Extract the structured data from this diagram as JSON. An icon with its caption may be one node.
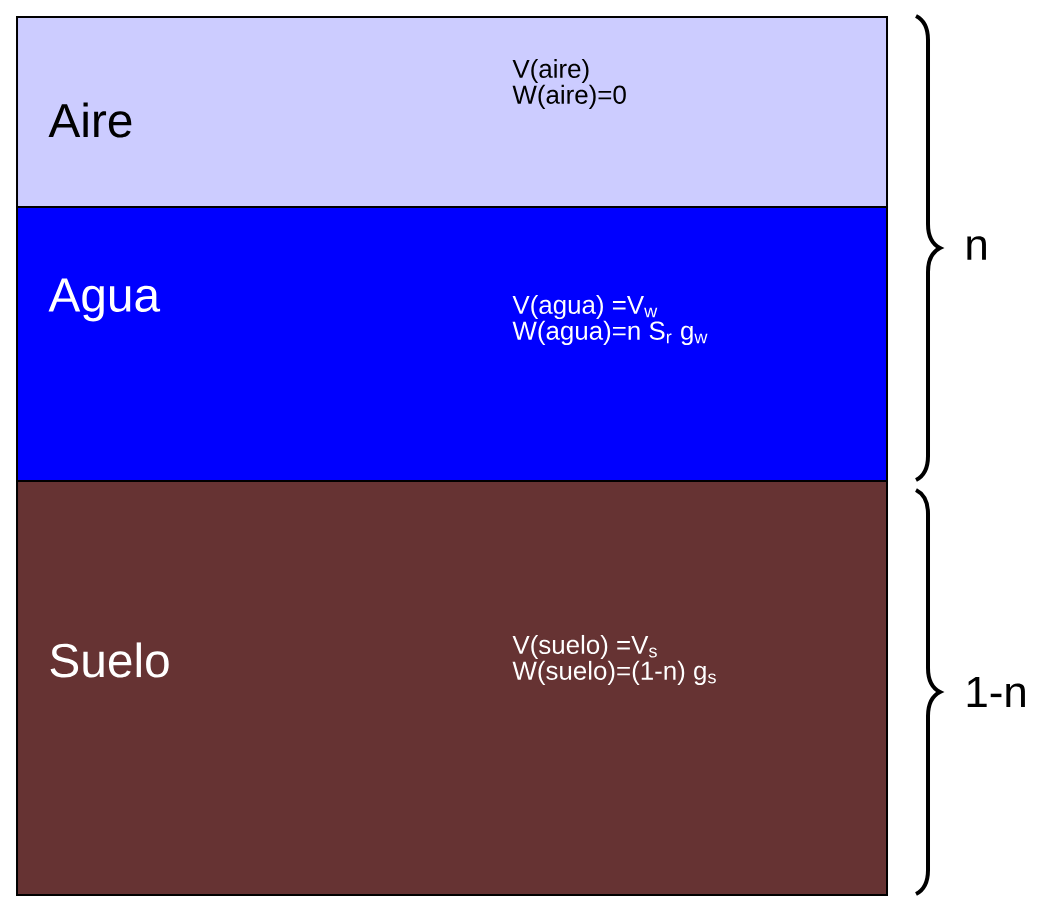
{
  "diagram": {
    "nodes": [
      {
        "text": [
          "Aire",
          "V(aire)",
          "W(aire)=0"
        ]
      },
      {
        "text": [
          "Agua",
          "V(agua) =V$_{w}$",
          "W(agua)=n S$_{r}$  g$_{w}$"
        ]
      },
      {
        "text": [
          "Suelo",
          "V(suelo) =V$_{s}$",
          "W(suelo)=(1-n)  g$_{s}$"
        ]
      }
    ],
    "labels": [
      "n",
      "1-n"
    ]
  }
}
